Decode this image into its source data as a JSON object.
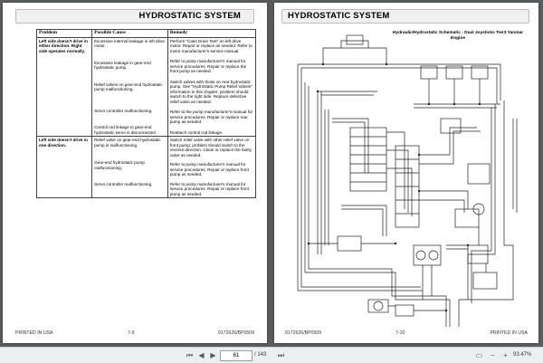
{
  "left_page": {
    "header": "HYDROSTATIC SYSTEM",
    "table": {
      "columns": [
        "Problem",
        "Possible Cause",
        "Remedy"
      ],
      "groups": [
        {
          "problem": "Left side doesn't drive in either direction. Right side operates normally.",
          "rows": [
            {
              "cause": "Excessive internal leakage in left drive motor.",
              "remedy": "Perform \"Case Drain Test\" on left drive motor. Repair or replace as needed. Refer to motor manufacturer's service manual."
            },
            {
              "cause": "Excessive leakage in gear-end hydrostatic pump.",
              "remedy": "Refer to pump manufacturer's manual for service procedures. Repair or replace the front pump as needed."
            },
            {
              "cause": "Relief valves on gear-end hydrostatic pump malfunctioning.",
              "remedy": "Switch valves with those on rear hydrostatic pump. See \"Hydrostatic Pump Relief Valves\" information in this chapter; problem should switch to the right side. Replace defective relief valve as needed."
            },
            {
              "cause": "Servo controller malfunctioning.",
              "remedy": "Refer to the pump manufacturer's manual for service procedures. Repair or replace rear pump as needed."
            },
            {
              "cause": "Control rod linkage to gear-end hydrostatic servo is disconnected.",
              "remedy": "Reattach control rod linkage."
            }
          ]
        },
        {
          "problem": "Left side doesn't drive in one direction.",
          "rows": [
            {
              "cause": "Relief valve on gear-end hydrostatic pump is malfunctioning.",
              "remedy": "Switch relief valve with other relief valve on front pump; problem should switch to the reverse direction. Clean or replace the faulty valve as needed."
            },
            {
              "cause": "Gear-end hydrostatic pump malfunctioning.",
              "remedy": "Refer to pump manufacturer's manual for service procedures. Repair or replace front pump as needed."
            },
            {
              "cause": "Servo controller malfunctioning.",
              "remedy": "Refer to pump manufacturer's manual for service procedures. Repair or replace front pump as needed."
            }
          ]
        }
      ]
    },
    "footer_left": "PRINTED IN USA",
    "footer_center": "7-9",
    "footer_right": "9172626/BP0509"
  },
  "right_page": {
    "header": "HYDROSTATIC SYSTEM",
    "schematic_title": "Hydraulic/Hydrostatic Schematic - Dual Joysticks Tier3 Yanmar Engine",
    "footer_left": "9172626/BP0509",
    "footer_center": "7-10",
    "footer_right": "PRINTED IN USA"
  },
  "toolbar": {
    "page_current": "61",
    "page_total": "/ 143",
    "zoom": "93.47%",
    "icons": [
      "first-page-icon",
      "previous-page-icon",
      "next-page-icon",
      "last-page-icon",
      "fit-page-icon",
      "zoom-out-icon",
      "zoom-in-icon"
    ]
  }
}
